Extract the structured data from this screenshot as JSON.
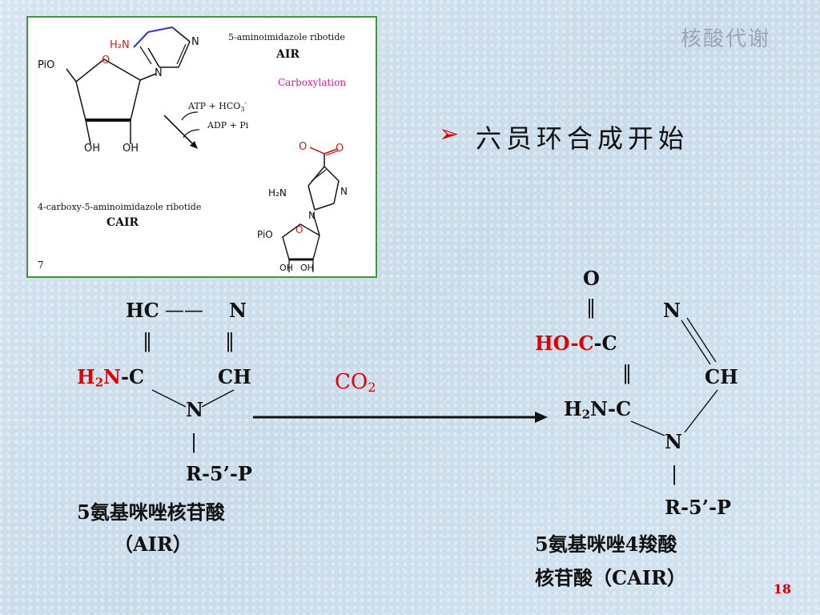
{
  "header": {
    "title": "核酸代谢"
  },
  "slide": {
    "bullet_glyph": "➢",
    "heading": "六员环合成开始",
    "page_number": "18"
  },
  "figure": {
    "h2n": "H₂N",
    "n_top": "N",
    "n_ring": "N",
    "pio": "PiO",
    "oh1": "OH",
    "oh2": "OH",
    "o_ring": "O",
    "air_name": "5-aminoimidazole ribotide",
    "air_abbr": "AIR",
    "carboxylation": "Carboxylation",
    "atp": "ATP + HCO",
    "atp_sub": "3",
    "atp_sup": "-",
    "adp": "ADP + Pi",
    "cair_name": "4-carboxy-5-aminoimidazole ribotide",
    "cair_abbr": "CAIR",
    "num": "7",
    "o_minus": "O",
    "o_double": "O",
    "h2n2": "H₂N",
    "n2": "N",
    "n3": "N",
    "pio2": "PiO",
    "o_ring2": "O",
    "oh3": "OH",
    "oh4": "OH"
  },
  "air": {
    "hc": "HC",
    "bond_top": "——",
    "n_top": "N",
    "dbl1": "‖",
    "dbl2": "‖",
    "h2n_red": "H",
    "h2n_sub": "2",
    "h2n_n": "N",
    "dash_c": "-C",
    "ch": "CH",
    "n_ring": "N",
    "single": "|",
    "r5p": "R-5’-P",
    "name": "5氨基咪唑核苷酸",
    "abbr": "（AIR）"
  },
  "reagent": {
    "co": "CO",
    "sub": "2"
  },
  "cair": {
    "o_top": "O",
    "dbl_top": "‖",
    "n_top": "N",
    "hoc_red": "HO-C",
    "dash_c": "-C",
    "dbl_mid": "‖",
    "ch": "CH",
    "h2n": "H",
    "h2n_sub": "2",
    "h2n_rest": "N-C",
    "n_ring": "N",
    "single": "|",
    "r5p": "R-5’-P",
    "name1": "5氨基咪唑4羧酸",
    "name2": "核苷酸（CAIR）"
  },
  "colors": {
    "accent_red": "#e00000",
    "figure_border": "#3a9a3a",
    "header_gray": "#9aa5b6"
  }
}
